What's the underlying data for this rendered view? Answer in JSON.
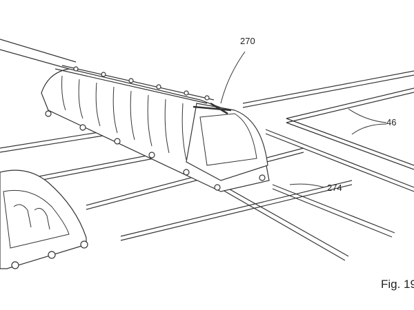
{
  "figure": {
    "caption": "Fig. 19",
    "labels": {
      "vehicle": "270",
      "rails": "46",
      "junction": "274"
    }
  }
}
